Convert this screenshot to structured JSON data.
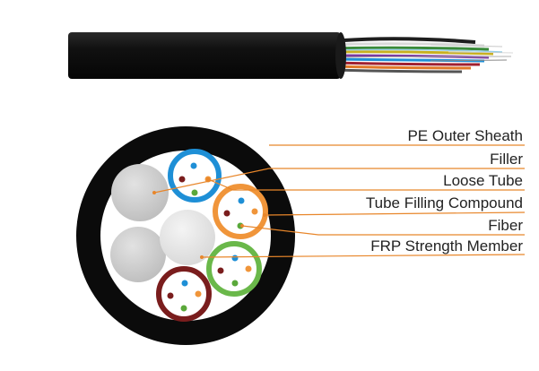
{
  "labels": {
    "pe_outer_sheath": "PE Outer Sheath",
    "filler": "Filler",
    "loose_tube": "Loose Tube",
    "tube_filling_compound": "Tube Filling Compound",
    "fiber": "Fiber",
    "frp_strength_member": "FRP Strength Member"
  },
  "colors": {
    "sheath": "#0b0b0b",
    "leader_line": "#e8862a",
    "filler": "#c9c9c9",
    "central_member": "#e6e6e6",
    "tube_blue": "#1e8fd6",
    "tube_orange": "#f0953a",
    "tube_green": "#6ab84a",
    "tube_brown": "#7a1d1d",
    "fiber_blue": "#1e8fd6",
    "fiber_orange": "#f0953a",
    "fiber_green": "#5aa83a",
    "fiber_brown": "#7a1d1d"
  }
}
